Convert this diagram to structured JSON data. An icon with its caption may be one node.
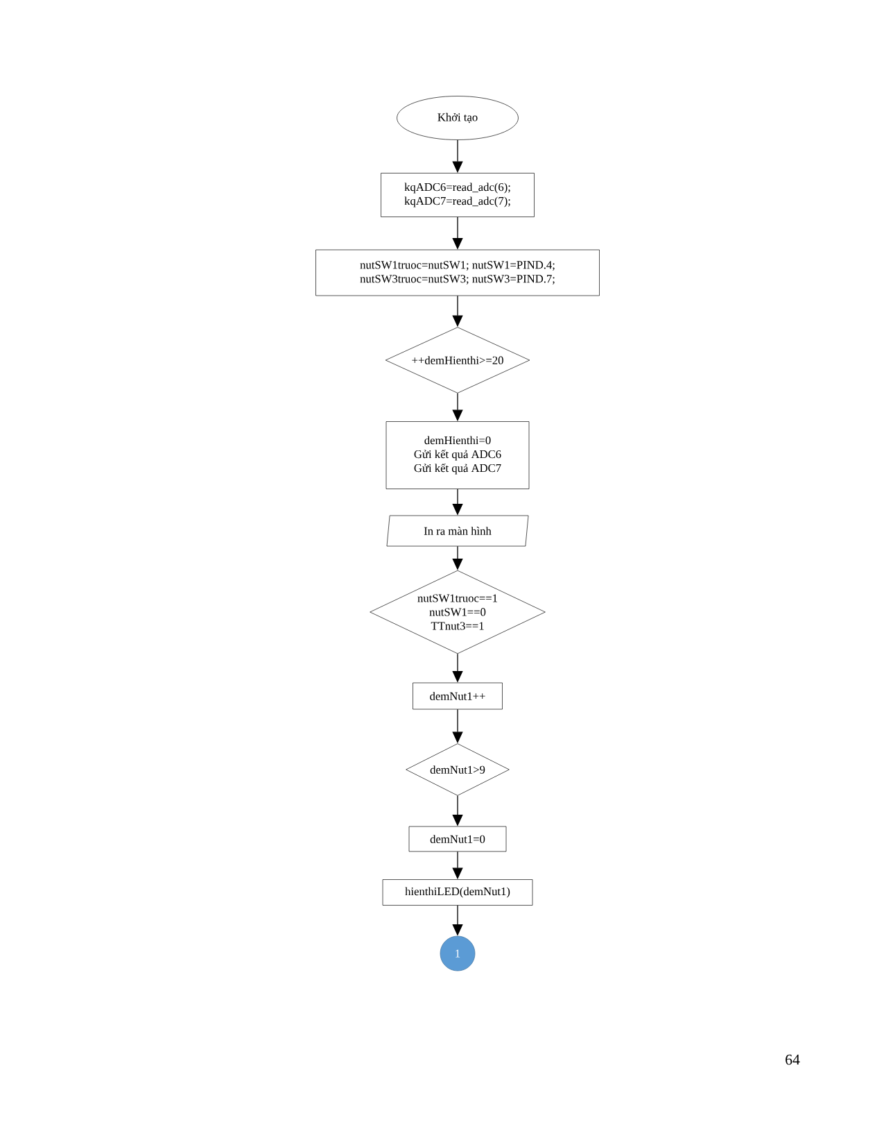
{
  "diagram": {
    "nodes": [
      {
        "text": [
          "Khởi tạo"
        ]
      },
      {
        "text": [
          "kqADC6=read_adc(6);",
          "kqADC7=read_adc(7);"
        ]
      },
      {
        "text": [
          "nutSW1truoc=nutSW1; nutSW1=PIND.4;",
          "nutSW3truoc=nutSW3; nutSW3=PIND.7;"
        ]
      },
      {
        "text": [
          "++demHienthi>=20"
        ]
      },
      {
        "text": [
          "demHienthi=0",
          "Gửi kết quả ADC6",
          "Gửi kết quả ADC7"
        ]
      },
      {
        "text": [
          "In ra màn hình"
        ]
      },
      {
        "text": [
          "nutSW1truoc==1",
          "nutSW1==0",
          "TTnut3==1"
        ]
      },
      {
        "text": [
          "demNut1++"
        ]
      },
      {
        "text": [
          "demNut1>9"
        ]
      },
      {
        "text": [
          "demNut1=0"
        ]
      },
      {
        "text": [
          "hienthiLED(demNut1)"
        ]
      },
      {
        "text": [
          "1"
        ]
      }
    ],
    "edges": [
      {
        "from": 0,
        "to": 1,
        "arrow": "to"
      },
      {
        "from": 1,
        "to": 2,
        "arrow": "to"
      },
      {
        "from": 2,
        "to": 3,
        "arrow": "to"
      },
      {
        "from": 3,
        "to": 4,
        "arrow": "to"
      },
      {
        "from": 4,
        "to": 5,
        "arrow": "to"
      },
      {
        "from": 5,
        "to": 6,
        "arrow": "to"
      },
      {
        "from": 6,
        "to": 7,
        "arrow": "to"
      },
      {
        "from": 7,
        "to": 8,
        "arrow": "to"
      },
      {
        "from": 8,
        "to": 9,
        "arrow": "to"
      },
      {
        "from": 9,
        "to": 10,
        "arrow": "to"
      },
      {
        "from": 10,
        "to": 11,
        "arrow": "to"
      }
    ],
    "labels": [
      "64"
    ]
  }
}
